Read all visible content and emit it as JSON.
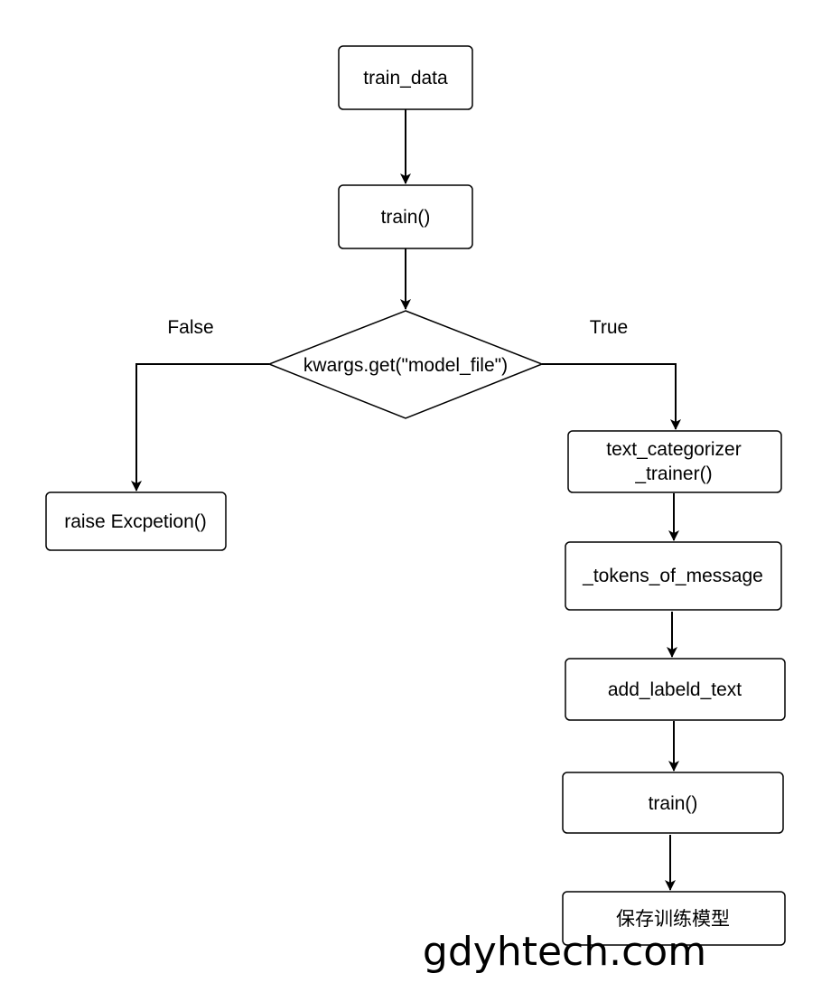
{
  "nodes": {
    "train_data": "train_data",
    "train_call": "train()",
    "condition": "kwargs.get(\"model_file\")",
    "raise_exception": "raise Excpetion()",
    "text_categorizer_trainer": [
      "text_categorizer",
      "_trainer()"
    ],
    "tokens_of_message": "_tokens_of_message",
    "add_labeld_text": "add_labeld_text",
    "train_call_2": "train()",
    "save_model": "保存训练模型"
  },
  "edges": {
    "false_label": "False",
    "true_label": "True"
  },
  "watermark": "gdyhtech.com"
}
